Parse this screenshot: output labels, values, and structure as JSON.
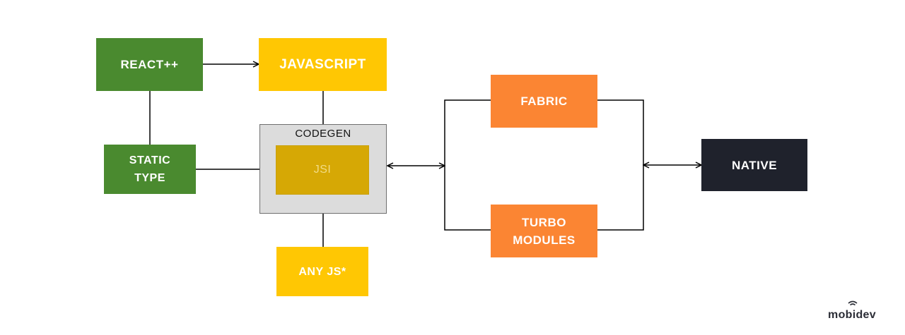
{
  "nodes": {
    "react": "REACT++",
    "javascript": "JAVASCRIPT",
    "static_type": [
      "STATIC",
      "TYPE"
    ],
    "codegen": "CODEGEN",
    "jsi": "JSI",
    "any_js": "ANY JS*",
    "fabric": "FABRIC",
    "turbo_modules": [
      "TURBO",
      "MODULES"
    ],
    "native": "NATIVE"
  },
  "logo": {
    "text": "mobidev",
    "icon": "wifi-signal-icon"
  },
  "colors": {
    "green": "#4a8a2f",
    "yellow": "#ffc703",
    "orange": "#fb8533",
    "dark": "#1f222c",
    "codegen_bg": "#dcdcdc",
    "jsi_bg": "#d6a805"
  }
}
